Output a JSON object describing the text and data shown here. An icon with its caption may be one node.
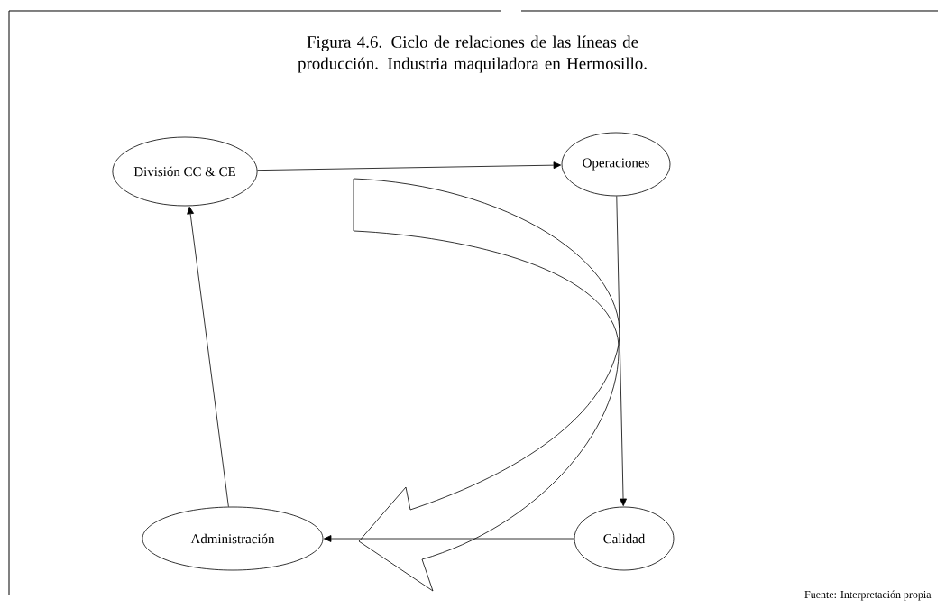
{
  "diagram": {
    "title": "Figura 4.6. Ciclo de relaciones de las líneas de producción. Industria maquiladora en Hermosillo.",
    "nodes": [
      {
        "text": [
          "División CC & CE"
        ]
      },
      {
        "text": [
          "Operaciones"
        ]
      },
      {
        "text": [
          "Calidad"
        ]
      },
      {
        "text": [
          "Administración"
        ]
      }
    ],
    "edges": [
      {
        "from": 0,
        "to": 1,
        "arrow": "to"
      },
      {
        "from": 1,
        "to": 2,
        "arrow": "to"
      },
      {
        "from": 2,
        "to": 3,
        "arrow": "to"
      },
      {
        "from": 3,
        "to": 0,
        "arrow": "to"
      }
    ],
    "labels": [
      "Fuente: Interpretación propia"
    ]
  }
}
